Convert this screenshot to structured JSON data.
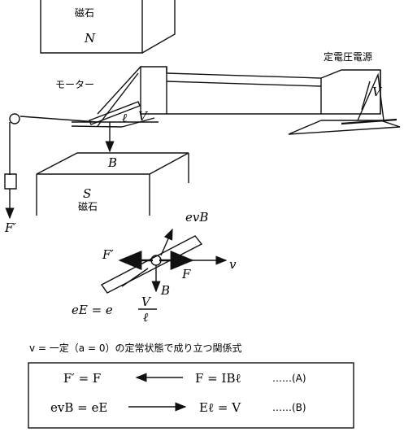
{
  "top_figure": {
    "magnet_top_label": "磁石",
    "magnet_top_pole": "N",
    "magnet_bottom_label": "磁石",
    "magnet_bottom_pole": "S",
    "motor_label": "モーター",
    "power_source_label": "定電圧電源",
    "field_label": "B",
    "force_label": "F′",
    "velocity_label": "V",
    "length_label": "ℓ",
    "source_voltage_label": "V"
  },
  "rod_figure": {
    "lorentz_force": "evB",
    "drag_force": "F′",
    "current_force": "F",
    "velocity": "v",
    "field": "B",
    "electric_force_lhs": "eE = e",
    "electric_force_num": "V",
    "electric_force_den": "ℓ"
  },
  "caption": "v = 一定（a = 0）の定常状態で成り立つ関係式",
  "relations": [
    {
      "left": "F′ = F",
      "right": "F = IBℓ",
      "tag": "……(A)"
    },
    {
      "left": "evB = eE",
      "right": "Eℓ = V",
      "tag": "……(B)"
    }
  ]
}
